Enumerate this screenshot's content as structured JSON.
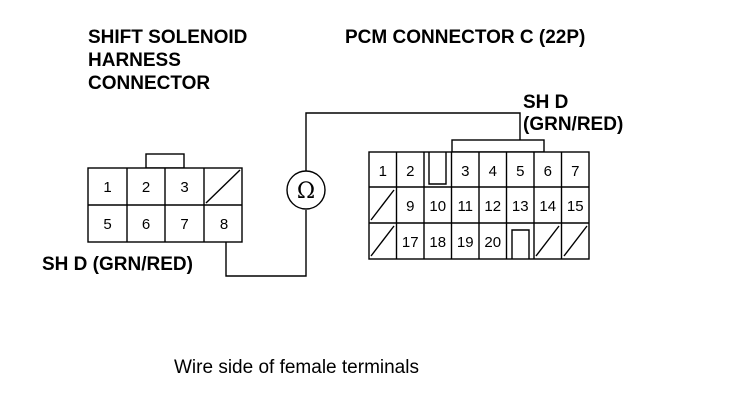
{
  "left_connector": {
    "title_lines": [
      "SHIFT SOLENOID",
      "HARNESS",
      "CONNECTOR"
    ],
    "row1": [
      "1",
      "2",
      "3",
      ""
    ],
    "row2": [
      "5",
      "6",
      "7",
      "8"
    ],
    "wire_label": "SH D (GRN/RED)"
  },
  "right_connector": {
    "title": "PCM CONNECTOR C (22P)",
    "wire_label_line1": "SH D",
    "wire_label_line2": "(GRN/RED)",
    "row1": [
      "1",
      "2",
      "",
      "3",
      "4",
      "5",
      "6",
      "7"
    ],
    "row2": [
      "",
      "9",
      "10",
      "11",
      "12",
      "13",
      "14",
      "15"
    ],
    "row3": [
      "",
      "17",
      "18",
      "19",
      "20",
      "",
      "",
      ""
    ]
  },
  "meter": {
    "symbol": "Ω"
  },
  "caption": "Wire side of female terminals"
}
